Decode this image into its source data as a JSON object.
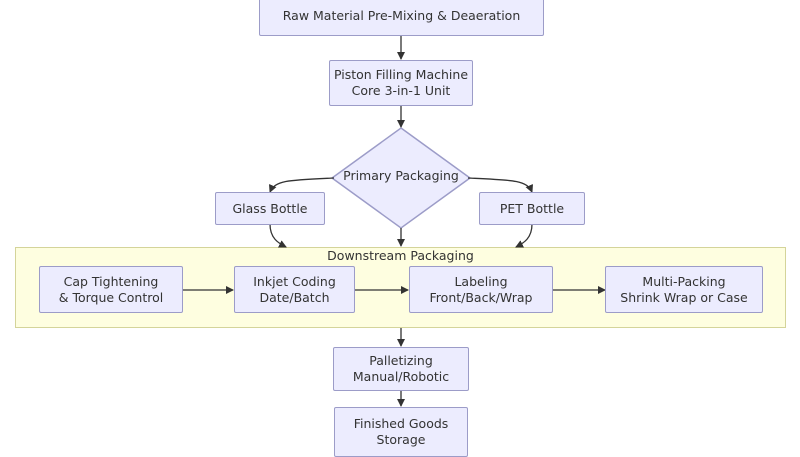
{
  "diagram": {
    "nodes": {
      "raw_material": {
        "line1": "Raw Material Pre-Mixing & Deaeration"
      },
      "piston_filling": {
        "line1": "Piston Filling Machine",
        "line2": "Core 3-in-1 Unit"
      },
      "primary_packaging": {
        "line1": "Primary Packaging"
      },
      "glass_bottle": {
        "line1": "Glass Bottle"
      },
      "pet_bottle": {
        "line1": "PET Bottle"
      },
      "cap_tightening": {
        "line1": "Cap Tightening",
        "line2": "& Torque Control"
      },
      "inkjet_coding": {
        "line1": "Inkjet Coding",
        "line2": "Date/Batch"
      },
      "labeling": {
        "line1": "Labeling",
        "line2": "Front/Back/Wrap"
      },
      "multi_packing": {
        "line1": "Multi-Packing",
        "line2": "Shrink Wrap or Case"
      },
      "palletizing": {
        "line1": "Palletizing",
        "line2": "Manual/Robotic"
      },
      "finished_goods": {
        "line1": "Finished Goods",
        "line2": "Storage"
      }
    },
    "cluster": {
      "label": "Downstream Packaging"
    },
    "colors": {
      "node_fill": "#ececfe",
      "node_border": "#9c9cc8",
      "cluster_fill": "#fefee0",
      "cluster_border": "#d4d49a",
      "edge": "#333333"
    }
  }
}
